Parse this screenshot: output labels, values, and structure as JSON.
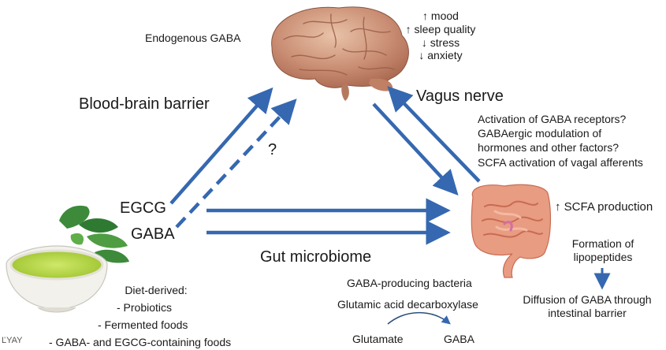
{
  "brain": {
    "endogenous": "Endogenous GABA",
    "effects": [
      "↑ mood",
      "↑  sleep quality",
      "↓ stress",
      "↓ anxiety"
    ]
  },
  "routes": {
    "bbb": "Blood-brain barrier",
    "vagus": "Vagus nerve",
    "gut": "Gut microbiome",
    "unknown": "?"
  },
  "compounds": {
    "egcg": "EGCG",
    "gaba": "GABA"
  },
  "vagus_mechanisms": [
    "Activation of GABA receptors?",
    "GABAergic modulation of",
    "hormones and other factors?",
    "SCFA activation of vagal afferents"
  ],
  "gut": {
    "scfa": "↑  SCFA production",
    "lipopeptides": [
      "Formation of",
      "lipopeptides"
    ],
    "diffusion": [
      "Diffusion of GABA through",
      "intestinal barrier"
    ],
    "bacteria": "GABA-producing bacteria",
    "enzyme": "Glutamic acid decarboxylase",
    "substrate": "Glutamate",
    "product": "GABA"
  },
  "diet": {
    "title": "Diet-derived:",
    "items": [
      "- Probiotics",
      "- Fermented foods",
      "- GABA- and EGCG-containing foods"
    ],
    "watermark": "ĽYAY"
  },
  "colors": {
    "arrow": "#3568b0",
    "text": "#1a1a1a"
  }
}
